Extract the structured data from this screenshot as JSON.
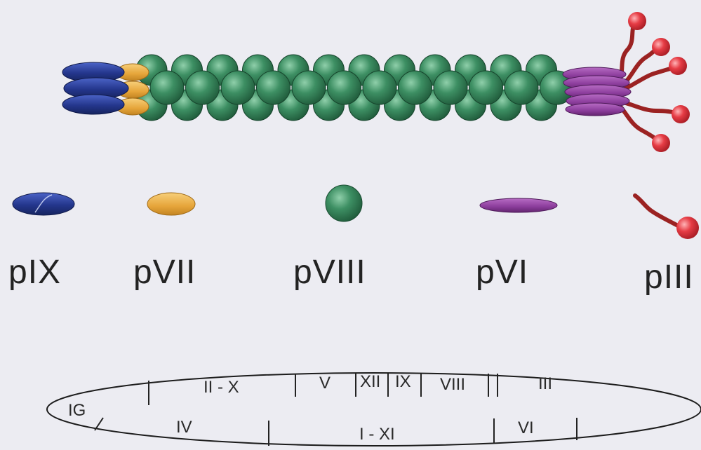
{
  "colors": {
    "background": "#ececf2",
    "pIX": "#27398f",
    "pVII": "#e9a93c",
    "pVIII": "#2f7d55",
    "pVI": "#8e3f9d",
    "pIII_stalk": "#9b2222",
    "pIII_head": "#e33b43"
  },
  "legend": {
    "proteins": [
      {
        "key": "pIX",
        "label": "pIX",
        "icon": "blue-ellipse-icon"
      },
      {
        "key": "pVII",
        "label": "pVII",
        "icon": "orange-ellipse-icon"
      },
      {
        "key": "pVIII",
        "label": "pVIII",
        "icon": "green-sphere-icon"
      },
      {
        "key": "pVI",
        "label": "pVI",
        "icon": "purple-ellipse-icon"
      },
      {
        "key": "pIII",
        "label": "pIII",
        "icon": "stalk-ball-icon"
      }
    ]
  },
  "genome": {
    "genes_top": [
      "II - X",
      "V",
      "XII",
      "IX",
      "VIII",
      "III"
    ],
    "genes_bottom": [
      "IG",
      "IV",
      "I - XI",
      "VI"
    ]
  }
}
